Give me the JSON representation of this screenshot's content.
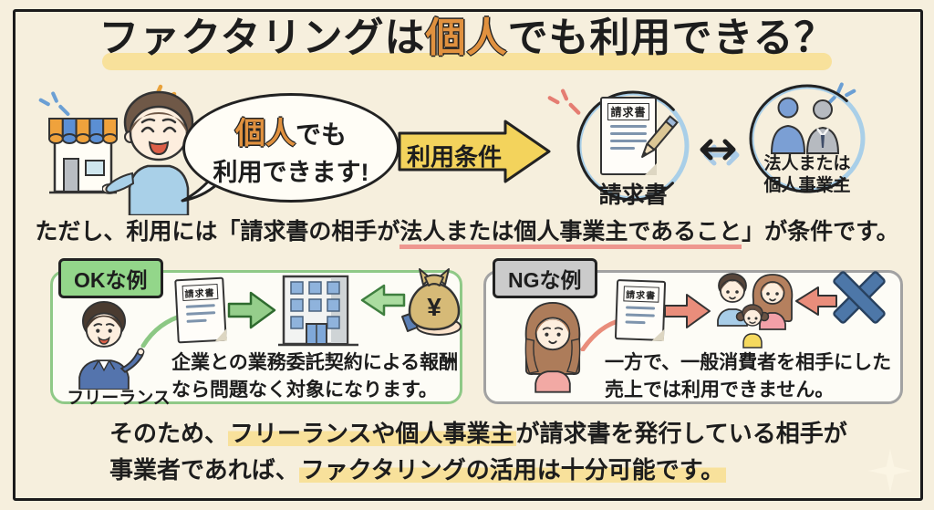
{
  "title": {
    "pre": "ファクタリングは",
    "emphasis": "個人",
    "post": "でも利用できる？"
  },
  "intro": {
    "speech": {
      "emphasis": "個人",
      "rest": "でも",
      "line2": "利用できます!"
    },
    "condition_arrow_label": "利用条件",
    "invoice_circle": {
      "doc_title": "請求書",
      "label": "請求書"
    },
    "partner_circle": {
      "label_line1": "法人または",
      "label_line2": "個人事業主"
    }
  },
  "condition_sentence": {
    "pre": "ただし、利用には「請求書の相手が",
    "underlined": "法人または個人事業主であること",
    "post": "」が条件です。"
  },
  "ok_example": {
    "badge": "OKな例",
    "person_label": "フリーランス",
    "doc_title": "請求書",
    "money_symbol": "¥",
    "caption_line1": "企業との業務委託契約による報酬",
    "caption_line2": "なら問題なく対象になります。"
  },
  "ng_example": {
    "badge": "NGな例",
    "doc_title": "請求書",
    "caption_line1": "一方で、一般消費者を相手にした",
    "caption_line2": "売上では利用できません。"
  },
  "conclusion": {
    "line1_pre": "そのため、",
    "line1_highlight": "フリーランスや個人事業主",
    "line1_post": "が請求書を発行している相手が",
    "line2_pre": "事業者であれば、",
    "line2_highlight": "ファクタリングの活用は十分可能です。"
  },
  "colors": {
    "background": "#f6efdd",
    "emphasis_orange": "#e0913f",
    "highlight_yellow": "#f8e19b",
    "arrow_yellow": "#f3d35c",
    "ok_green": "#8fc987",
    "ng_gray": "#a2a2a2",
    "ng_red": "#e98d7b",
    "cross_blue": "#4d77a8",
    "underline_red": "#ee978f"
  }
}
